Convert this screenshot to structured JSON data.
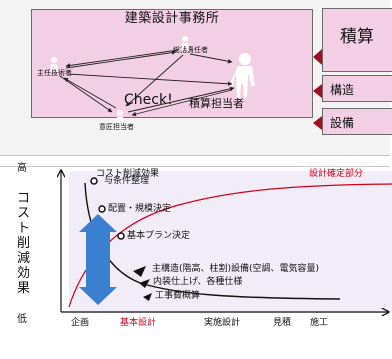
{
  "office": {
    "title": "建築設計事務所",
    "nodes": {
      "director": "総括責任者",
      "chief_engineer": "主任技術者",
      "design_lead": "意匠担当者",
      "cost_estimator": "積算担当者"
    },
    "check": "Check!"
  },
  "side_boxes": {
    "estimate": "積算",
    "structure": "構造",
    "equipment": "設備"
  },
  "chart": {
    "y_title": "コスト削減効果",
    "y_high": "高",
    "y_low": "低",
    "curve_black_label": "コスト削減効果",
    "curve_red_label": "設計確定部分",
    "steps": [
      "与条件整理",
      "配置・規模決定",
      "基本プラン決定",
      "主構造(階高、柱割)設備(空調、電気容量)",
      "内装仕上げ、各種仕様",
      "工事費概算"
    ],
    "x_labels": [
      "企画",
      "基本設計",
      "実施設計",
      "見積",
      "施工"
    ],
    "highlight_color": "#d0021b",
    "arrow_color": "#3a7fd0"
  }
}
